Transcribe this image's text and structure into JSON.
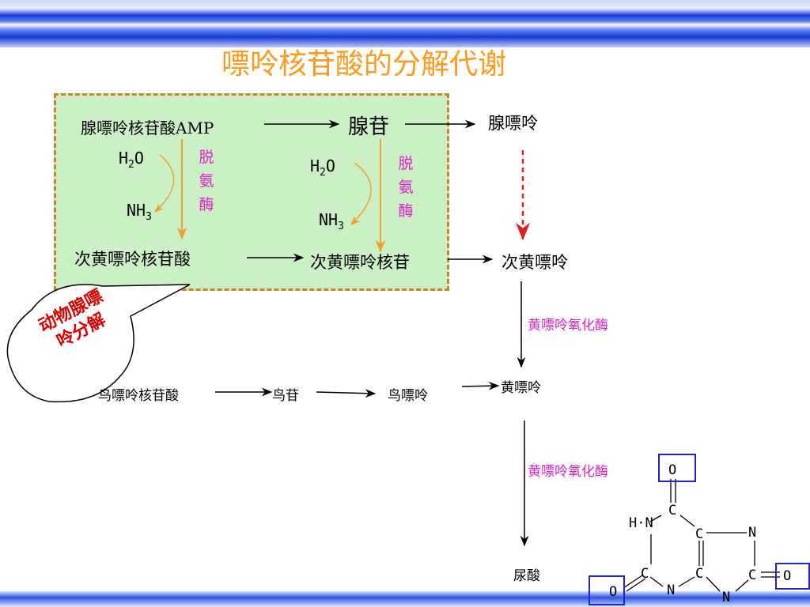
{
  "title": "嘌呤核苷酸的分解代谢",
  "nodes": {
    "amp": "腺嘌呤核苷酸AMP",
    "adenosine": "腺苷",
    "adenine": "腺嘌呤",
    "imp": "次黄嘌呤核苷酸",
    "inosine": "次黄嘌呤核苷",
    "hypoxanthine": "次黄嘌呤",
    "gmp": "鸟嘌呤核苷酸",
    "guanosine": "鸟苷",
    "guanine": "鸟嘌呤",
    "xanthine": "黄嘌呤",
    "uric_acid": "尿酸"
  },
  "deaminase": {
    "h2o_main": "H",
    "h2o_sub": "2",
    "h2o_tail": "O",
    "nh3_main": "NH",
    "nh3_sub": "3",
    "enzyme_chars": [
      "脱",
      "氨",
      "酶"
    ]
  },
  "enzymes": {
    "xanthine_oxidase_1": "黄嘌呤氧化酶",
    "xanthine_oxidase_2": "黄嘌呤氧化酶"
  },
  "callout": {
    "line1": "动物腺嘌",
    "line2": "呤分解"
  },
  "structure": {
    "o_top": "O",
    "c_top": "C",
    "hn": "H·N",
    "c_mid": "C",
    "n_right": "N",
    "c_left": "C",
    "n_bottom": "N",
    "c_bottom": "C",
    "n_bottom2": "N",
    "c_right": "C",
    "o_left": "O",
    "o_right": "O"
  },
  "colors": {
    "title": "#ff9a1f",
    "box_fill": "#ccf0c6",
    "box_border": "#c7842a",
    "enzyme": "#e020c8",
    "callout_text": "#e00000",
    "dashed_arrow": "#e02020",
    "orange_arrow": "#f0a030",
    "highlight_box": "#2424c8"
  }
}
